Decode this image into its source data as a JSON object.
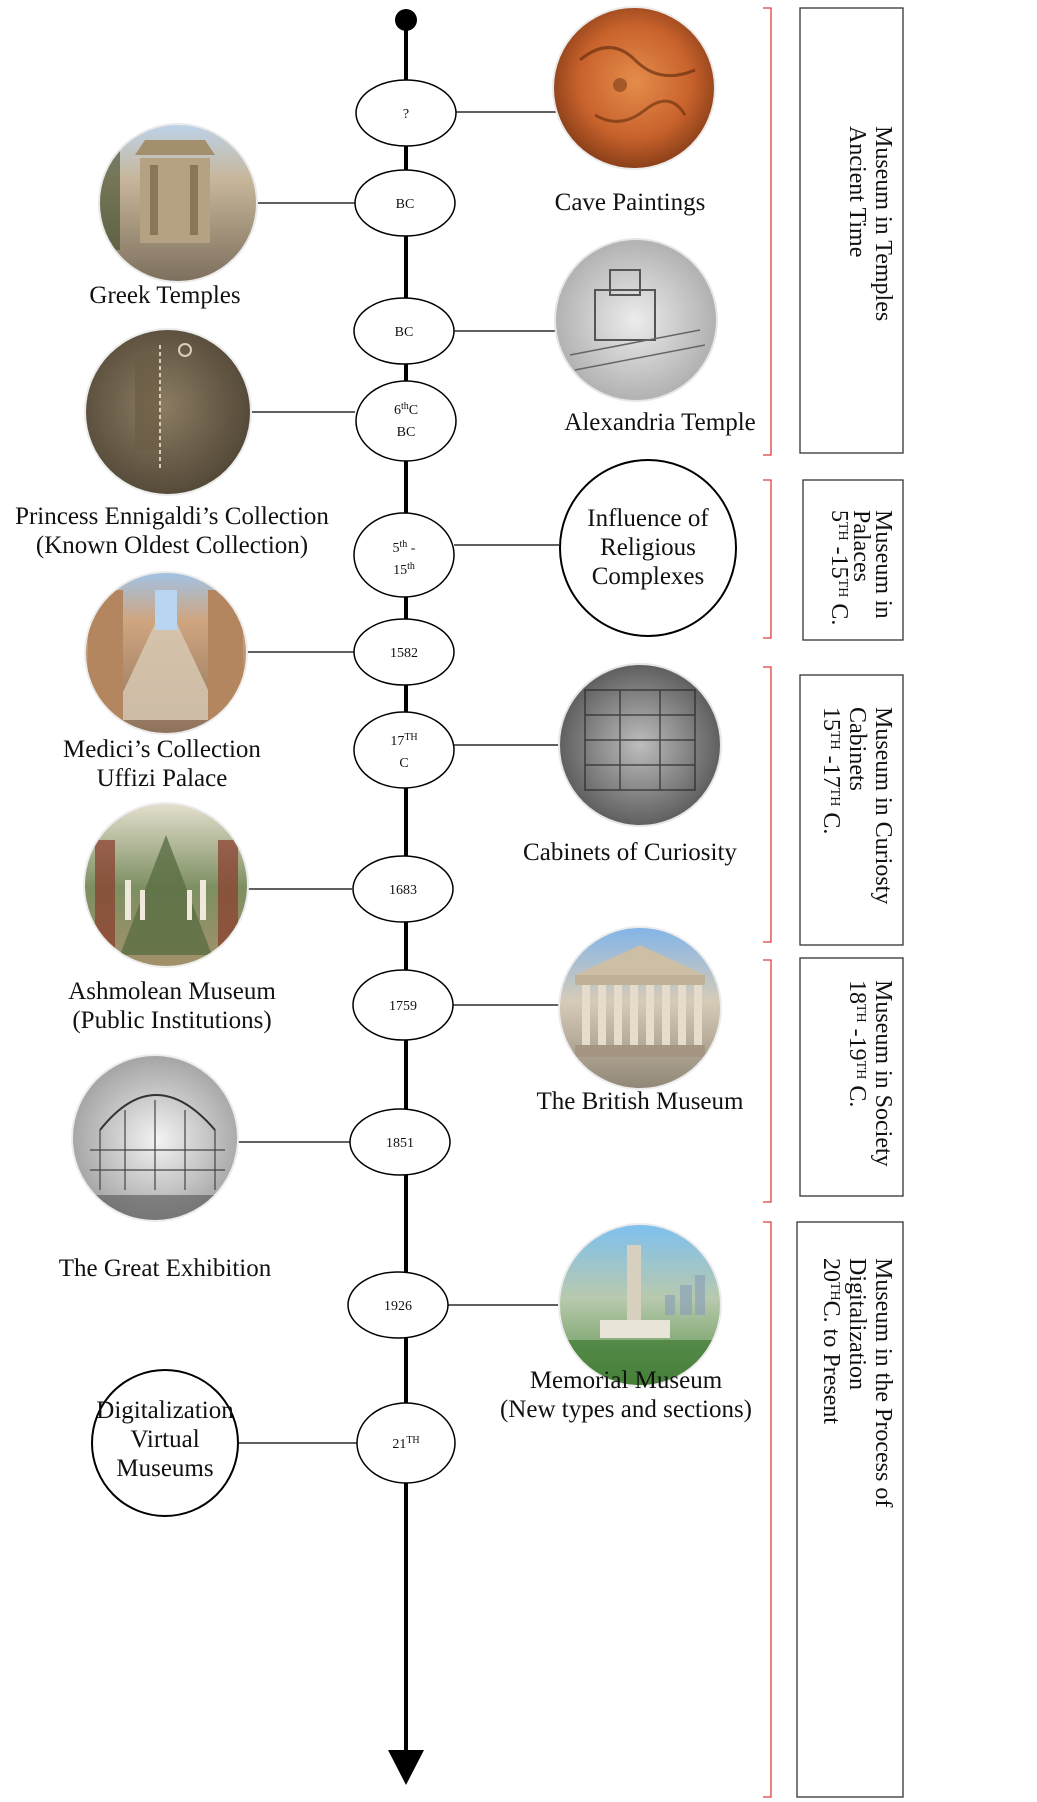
{
  "timeline": {
    "nodes": [
      {
        "id": "q",
        "lines": [
          [
            "?"
          ]
        ]
      },
      {
        "id": "bc1",
        "lines": [
          [
            "BC"
          ]
        ]
      },
      {
        "id": "bc2",
        "lines": [
          [
            "BC"
          ]
        ]
      },
      {
        "id": "6c",
        "lines": [
          [
            "6",
            "th",
            "C"
          ],
          [
            "BC"
          ]
        ]
      },
      {
        "id": "5-15",
        "lines": [
          [
            "5",
            "th",
            " -"
          ],
          [
            "15",
            "th",
            ""
          ]
        ]
      },
      {
        "id": "1582",
        "lines": [
          [
            "1582"
          ]
        ]
      },
      {
        "id": "17c",
        "lines": [
          [
            "17",
            "TH",
            ""
          ],
          [
            "C"
          ]
        ]
      },
      {
        "id": "1683",
        "lines": [
          [
            "1683"
          ]
        ]
      },
      {
        "id": "1759",
        "lines": [
          [
            "1759"
          ]
        ]
      },
      {
        "id": "1851",
        "lines": [
          [
            "1851"
          ]
        ]
      },
      {
        "id": "1926",
        "lines": [
          [
            "1926"
          ]
        ]
      },
      {
        "id": "21",
        "lines": [
          [
            "21",
            "TH",
            ""
          ]
        ]
      }
    ]
  },
  "items": [
    {
      "id": "cave",
      "label": [
        "Cave Paintings"
      ]
    },
    {
      "id": "greek",
      "label": [
        "Greek Temples"
      ]
    },
    {
      "id": "alex",
      "label": [
        "Alexandria Temple"
      ]
    },
    {
      "id": "ennigaldi",
      "label": [
        "Princess Ennigaldi’s Collection",
        "(Known Oldest Collection)"
      ]
    },
    {
      "id": "religious",
      "label": [
        "Influence of",
        "Religious",
        "Complexes"
      ]
    },
    {
      "id": "medici",
      "label": [
        "Medici’s Collection",
        "Uffizi Palace"
      ]
    },
    {
      "id": "cabinets",
      "label": [
        "Cabinets of Curiosity"
      ]
    },
    {
      "id": "ashmolean",
      "label": [
        "Ashmolean Museum",
        "(Public Institutions)"
      ]
    },
    {
      "id": "british",
      "label": [
        "The British Museum"
      ]
    },
    {
      "id": "great",
      "label": [
        "The Great Exhibition"
      ]
    },
    {
      "id": "memorial",
      "label": [
        "Memorial Museum",
        "(New types and sections)"
      ]
    },
    {
      "id": "digital",
      "label": [
        "Digitalization",
        "Virtual",
        "Museums"
      ]
    }
  ],
  "eras": [
    {
      "id": "ancient",
      "lines": [
        [
          [
            "Museum in Temples",
            ""
          ]
        ],
        [
          [
            "Ancient Time",
            ""
          ]
        ]
      ]
    },
    {
      "id": "palaces",
      "lines": [
        [
          [
            "Museum in",
            ""
          ]
        ],
        [
          [
            "Palaces",
            ""
          ]
        ],
        [
          [
            "5",
            "n"
          ],
          [
            "TH",
            "s"
          ],
          [
            " -15",
            "n"
          ],
          [
            "TH",
            "s"
          ],
          [
            " C.",
            "n"
          ]
        ]
      ]
    },
    {
      "id": "curiosity",
      "lines": [
        [
          [
            "Museum in Curiosty",
            ""
          ]
        ],
        [
          [
            "Cabinets",
            ""
          ]
        ],
        [
          [
            "15",
            "n"
          ],
          [
            "TH",
            "s"
          ],
          [
            " -17",
            "n"
          ],
          [
            "TH",
            "s"
          ],
          [
            " C.",
            "n"
          ]
        ]
      ]
    },
    {
      "id": "society",
      "lines": [
        [
          [
            "Museum in Society",
            ""
          ]
        ],
        [
          [
            "18",
            "n"
          ],
          [
            "TH",
            "s"
          ],
          [
            " -19",
            "n"
          ],
          [
            "TH",
            "s"
          ],
          [
            " C.",
            "n"
          ]
        ]
      ]
    },
    {
      "id": "digitalization",
      "lines": [
        [
          [
            "Museum in the Process of",
            ""
          ]
        ],
        [
          [
            "Digitalization",
            ""
          ]
        ],
        [
          [
            "20",
            "n"
          ],
          [
            "TH",
            "s"
          ],
          [
            "C. to Present",
            "n"
          ]
        ]
      ]
    }
  ],
  "colors": {
    "line": "#000000",
    "bracket": "#e03c3c",
    "era_border": "#333333"
  }
}
